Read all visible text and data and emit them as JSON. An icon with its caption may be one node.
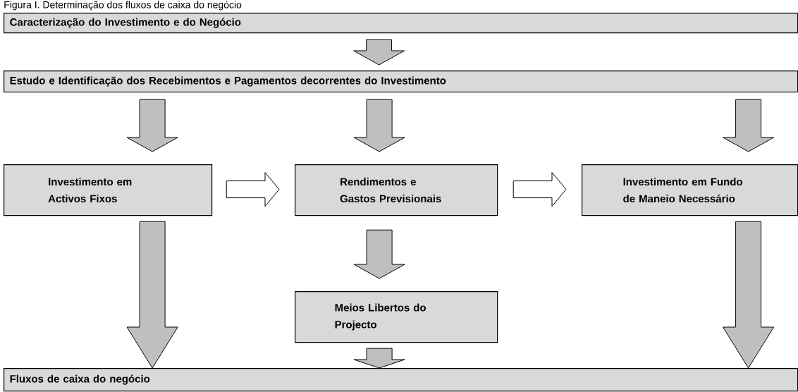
{
  "diagram": {
    "title": "Figura I. Determinação dos fluxos de caixa do negócio",
    "nodes": [
      {
        "text": [
          "Caracterização do Investimento e do Negócio"
        ]
      },
      {
        "text": [
          "Estudo e Identificação dos Recebimentos e Pagamentos decorrentes do Investimento"
        ]
      },
      {
        "text": [
          "Investimento em Activos Fixos"
        ]
      },
      {
        "text": [
          "Rendimentos e Gastos Previsionais"
        ]
      },
      {
        "text": [
          "Investimento em Fundo de Maneio Necessário"
        ]
      },
      {
        "text": [
          "Meios Libertos do Projecto"
        ]
      },
      {
        "text": [
          "Fluxos de caixa do negócio"
        ]
      }
    ],
    "edges": [
      {
        "from": 0,
        "to": 1,
        "arrow": "to"
      },
      {
        "from": 1,
        "to": 2,
        "arrow": "to"
      },
      {
        "from": 1,
        "to": 3,
        "arrow": "to"
      },
      {
        "from": 1,
        "to": 4,
        "arrow": "to"
      },
      {
        "from": 2,
        "to": 3,
        "arrow": "to",
        "color": "#ffffff"
      },
      {
        "from": 3,
        "to": 4,
        "arrow": "to",
        "color": "#ffffff"
      },
      {
        "from": 3,
        "to": 5,
        "arrow": "to"
      },
      {
        "from": 2,
        "to": 6,
        "arrow": "to"
      },
      {
        "from": 4,
        "to": 6,
        "arrow": "to"
      },
      {
        "from": 5,
        "to": 6,
        "arrow": "to"
      }
    ]
  }
}
